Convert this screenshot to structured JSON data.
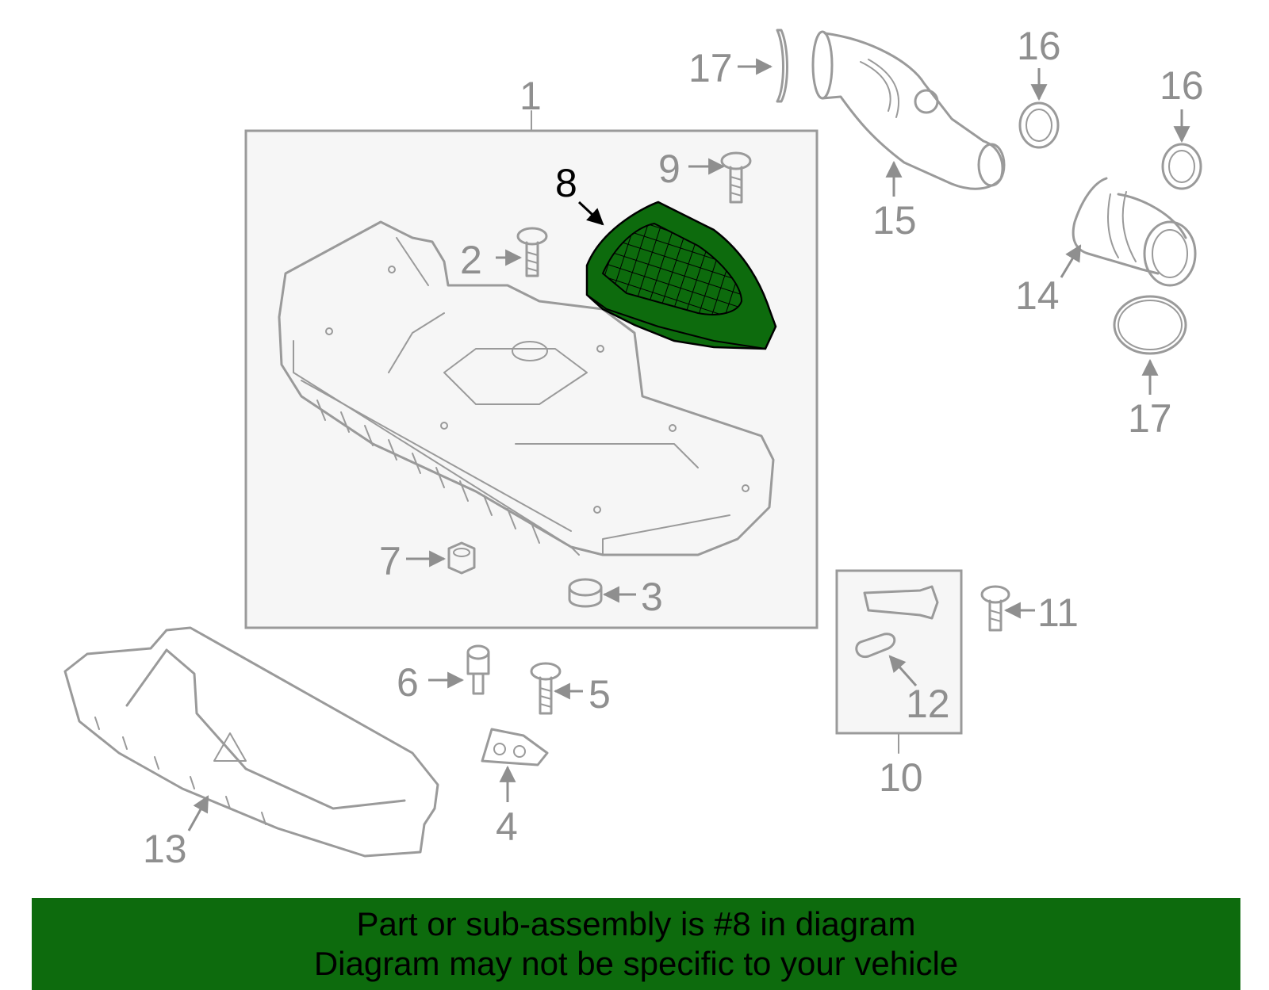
{
  "diagram": {
    "highlight_color": "#0d6b0d",
    "line_color": "#9a9a9a",
    "labels": [
      "1",
      "2",
      "3",
      "4",
      "5",
      "6",
      "7",
      "8",
      "9",
      "10",
      "11",
      "12",
      "13",
      "14",
      "15",
      "16",
      "16",
      "17",
      "17"
    ],
    "highlighted_part": "8"
  },
  "banner": {
    "background": "#0d6b0d",
    "line1": "Part or sub-assembly is #8 in diagram",
    "line2": "Diagram may not be specific to your vehicle"
  }
}
